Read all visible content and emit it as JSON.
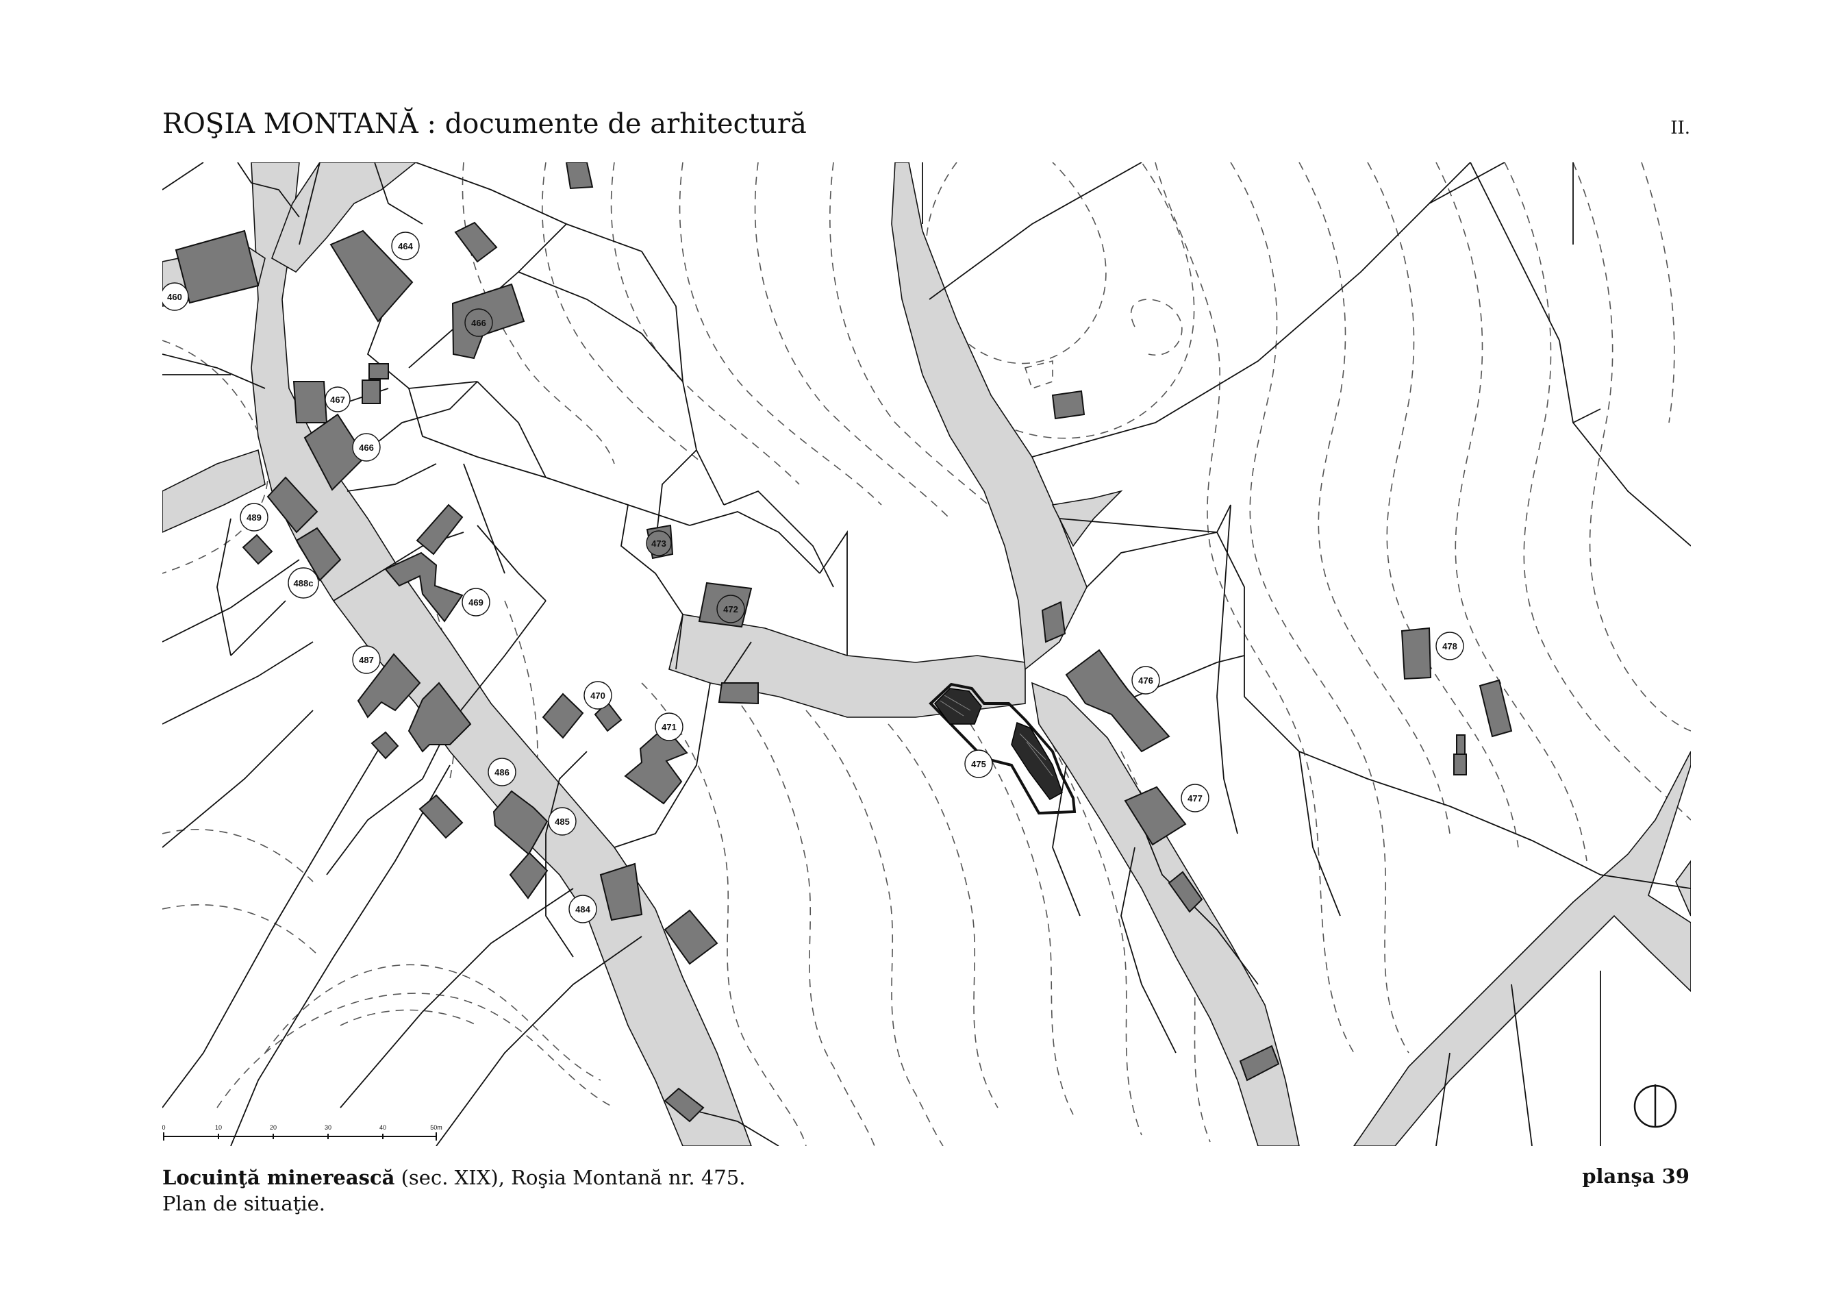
{
  "header": {
    "title_bold": "ROŞIA MONTANĂ",
    "title_rest": " : documente de arhitectură",
    "volume": "II."
  },
  "map": {
    "colors": {
      "building": "#7a7a7a",
      "road": "#d6d6d6",
      "line": "#111111",
      "contour": "#555555"
    },
    "labels": [
      "464",
      "466",
      "460",
      "467",
      "466",
      "489",
      "488c",
      "469",
      "473",
      "472",
      "487",
      "470",
      "471",
      "486",
      "485",
      "484",
      "475",
      "476",
      "477",
      "478"
    ],
    "scale_bar": {
      "ticks": [
        "0",
        "10",
        "20",
        "30",
        "40",
        "50m"
      ]
    },
    "north_arrow": "north-arrow-icon"
  },
  "caption": {
    "title_bold": "Locuinţă minerească",
    "title_rest": " (sec. XIX), Roşia Montană nr. 475.",
    "subtitle": "Plan de situaţie."
  },
  "plate": {
    "label": "planşa 39"
  }
}
